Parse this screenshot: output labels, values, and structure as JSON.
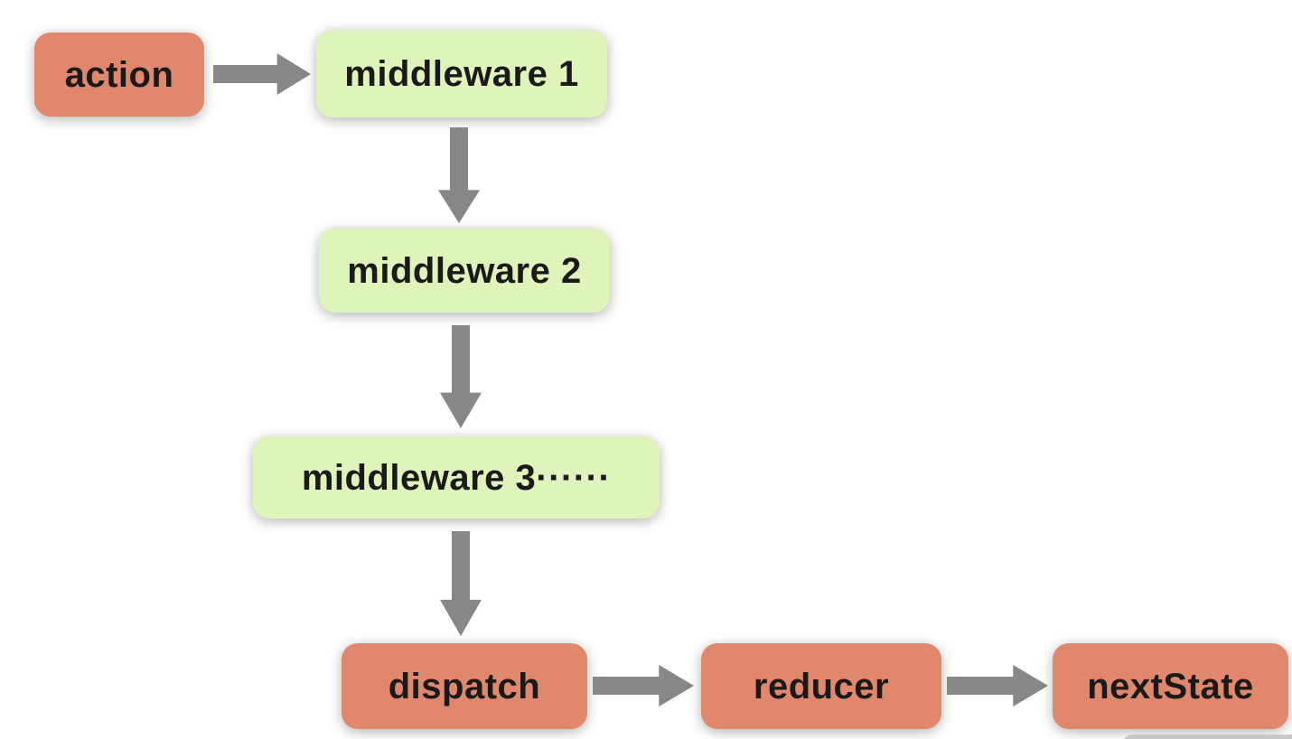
{
  "diagram": {
    "title": "redux middleware dispatch flow",
    "nodes": [
      {
        "id": "action",
        "label": "action",
        "kind": "state-box",
        "color": "#E0876C"
      },
      {
        "id": "middleware1",
        "label": "middleware 1",
        "kind": "middleware-box",
        "color": "#DFF4BA"
      },
      {
        "id": "middleware2",
        "label": "middleware 2",
        "kind": "middleware-box",
        "color": "#DFF4BA"
      },
      {
        "id": "middleware3",
        "label": "middleware 3······",
        "kind": "middleware-box",
        "color": "#DFF4BA"
      },
      {
        "id": "dispatch",
        "label": "dispatch",
        "kind": "state-box",
        "color": "#E0876C"
      },
      {
        "id": "reducer",
        "label": "reducer",
        "kind": "state-box",
        "color": "#E0876C"
      },
      {
        "id": "nextState",
        "label": "nextState",
        "kind": "state-box",
        "color": "#E0876C"
      }
    ],
    "edges": [
      {
        "from": "action",
        "to": "middleware1",
        "direction": "right"
      },
      {
        "from": "middleware1",
        "to": "middleware2",
        "direction": "down"
      },
      {
        "from": "middleware2",
        "to": "middleware3",
        "direction": "down"
      },
      {
        "from": "middleware3",
        "to": "dispatch",
        "direction": "down"
      },
      {
        "from": "dispatch",
        "to": "reducer",
        "direction": "right"
      },
      {
        "from": "reducer",
        "to": "nextState",
        "direction": "right"
      }
    ],
    "colors": {
      "background": "#FFFFFF",
      "state_box": "#E0876C",
      "middleware_box": "#DFF4BA",
      "arrow": "#878787",
      "text": "#1A1A1A",
      "partial_bar": "#C8C8C8"
    }
  }
}
